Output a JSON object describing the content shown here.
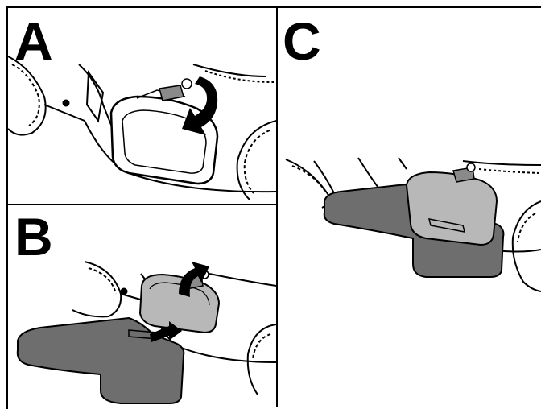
{
  "panels": {
    "a": {
      "label": "A"
    },
    "b": {
      "label": "B"
    },
    "c": {
      "label": "C"
    }
  },
  "colors": {
    "line": "#000000",
    "background": "#ffffff",
    "cover_light": "#b8b8b8",
    "deflector_dark": "#6e6e6e",
    "clip": "#8a8a8a"
  },
  "icons": [
    "rotate-arrow-icon",
    "curved-up-arrow-icon",
    "push-arrow-icon"
  ]
}
